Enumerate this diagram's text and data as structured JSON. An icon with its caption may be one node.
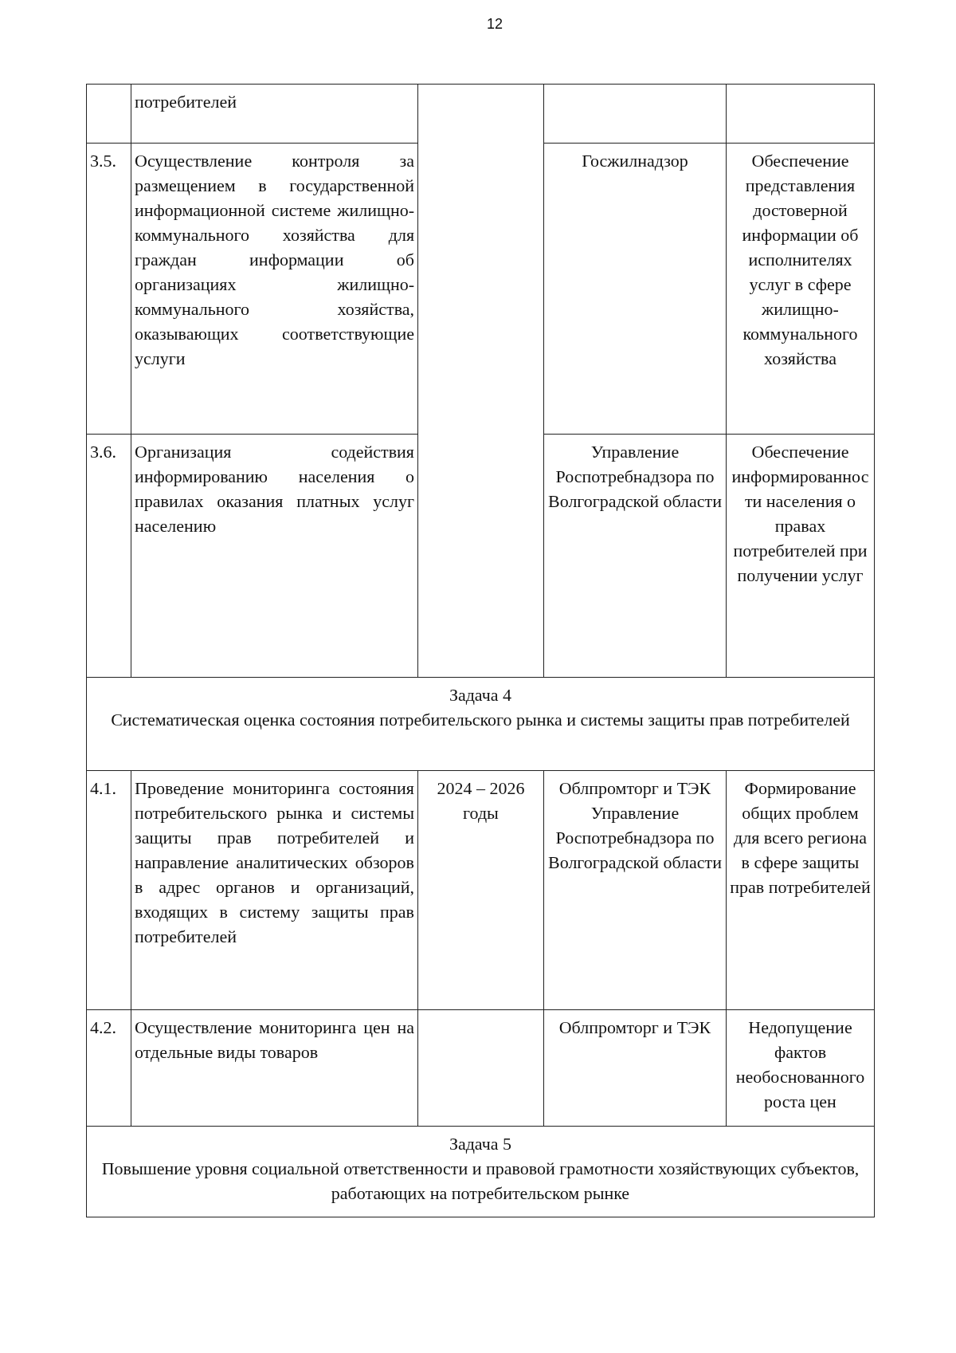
{
  "diagram": {
    "labels": [
      "12",
      "потребителей",
      "3.5.",
      "Осуществление контроля за размещением в государственной информационной системе жилищно-коммунального хозяйства для граждан информации об организациях жилищно-коммунального хозяйства, оказывающих соответствующие услуги",
      "Госжилнадзор",
      "Обеспечение представления достоверной информации об исполнителях услуг в сфере жилищно-коммунального хозяйства",
      "3.6.",
      "Организация содействия информированию населения о правилах оказания платных услуг населению",
      "Управление Роспотребнадзора по Волгоградской области",
      "Обеспечение информированности населения о правах потребителей при получении услуг",
      "Задача 4",
      "Систематическая оценка состояния потребительского рынка и системы защиты прав потребителей",
      "4.1.",
      "Проведение мониторинга состояния потребительского рынка и системы защиты прав потребителей и направление аналитических обзоров в адрес органов и организаций, входящих в систему защиты прав потребителей",
      "2024 – 2026 годы",
      "Облпромторг и ТЭК",
      "Управление Роспотребнадзора по Волгоградской области",
      "Формирование общих проблем для всего региона в сфере защиты прав потребителей",
      "4.2.",
      "Осуществление мониторинга цен на отдельные виды товаров",
      "Облпромторг и ТЭК",
      "Недопущение фактов необоснованного роста цен",
      "Задача 5",
      "Повышение уровня социальной ответственности и правовой грамотности хозяйствующих субъектов, работающих на потребительском рынке"
    ]
  }
}
